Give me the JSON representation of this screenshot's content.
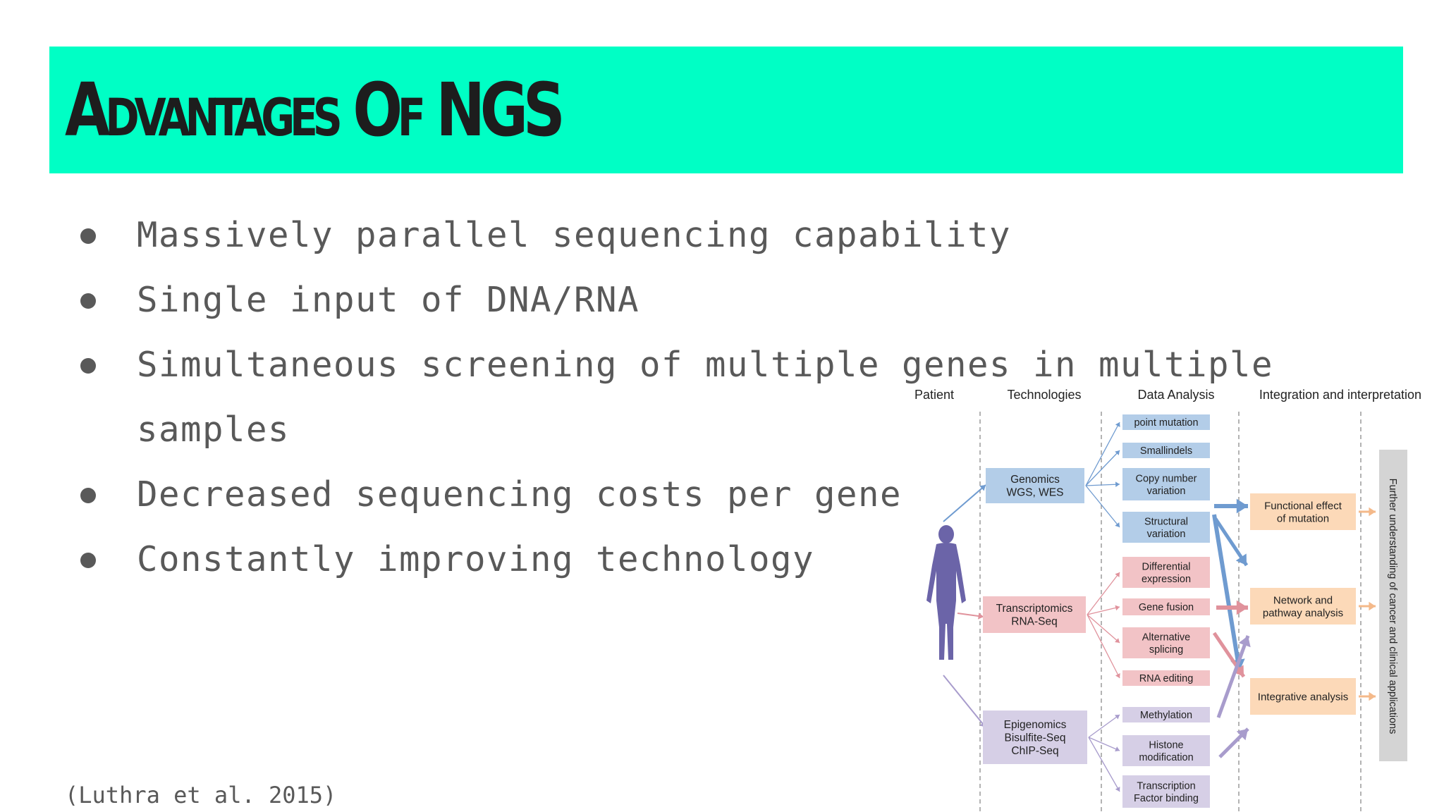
{
  "slide": {
    "title": "Advantages Of NGS",
    "bullets": [
      "Massively parallel sequencing capability",
      "Single input of DNA/RNA",
      "Simultaneous screening of multiple genes in multiple",
      "samples",
      "Decreased sequencing costs per gene",
      "Constantly improving technology"
    ],
    "citation": "(Luthra et al. 2015)"
  },
  "diagram": {
    "columns": [
      "Patient",
      "Technologies",
      "Data Analysis",
      "Integration and interpretation"
    ],
    "technologies": [
      {
        "lines": [
          "Genomics",
          "WGS, WES"
        ],
        "color": "#b3cde8"
      },
      {
        "lines": [
          "Transcriptomics",
          "RNA-Seq"
        ],
        "color": "#f2c3c6"
      },
      {
        "lines": [
          "Epigenomics",
          "Bisulfite-Seq",
          "ChIP-Seq"
        ],
        "color": "#d6cfe6"
      }
    ],
    "analyses": [
      {
        "lines": [
          "point mutation"
        ],
        "group": 0
      },
      {
        "lines": [
          "Smallindels"
        ],
        "group": 0
      },
      {
        "lines": [
          "Copy number",
          "variation"
        ],
        "group": 0
      },
      {
        "lines": [
          "Structural",
          "variation"
        ],
        "group": 0
      },
      {
        "lines": [
          "Differential",
          "expression"
        ],
        "group": 1
      },
      {
        "lines": [
          "Gene fusion"
        ],
        "group": 1
      },
      {
        "lines": [
          "Alternative",
          "splicing"
        ],
        "group": 1
      },
      {
        "lines": [
          "RNA editing"
        ],
        "group": 1
      },
      {
        "lines": [
          "Methylation"
        ],
        "group": 2
      },
      {
        "lines": [
          "Histone",
          "modification"
        ],
        "group": 2
      },
      {
        "lines": [
          "Transcription",
          "Factor binding"
        ],
        "group": 2
      }
    ],
    "integration": [
      {
        "lines": [
          "Functional effect",
          "of mutation"
        ]
      },
      {
        "lines": [
          "Network and",
          "pathway analysis"
        ]
      },
      {
        "lines": [
          "Integrative analysis"
        ]
      }
    ],
    "outcome": "Further understanding of cancer and clinical applications",
    "colors": {
      "genomics": "#b3cde8",
      "transcriptomics": "#f2c3c6",
      "epigenomics": "#d6cfe6",
      "integration": "#fcd9b8",
      "outcome_bar": "#d4d4d4",
      "figure": "#6b64a8",
      "genomics_arrow": "#6f9bd0",
      "transcriptomics_arrow": "#e0929c",
      "epigenomics_arrow": "#a89ccc",
      "integration_arrow": "#f4b98a"
    }
  }
}
